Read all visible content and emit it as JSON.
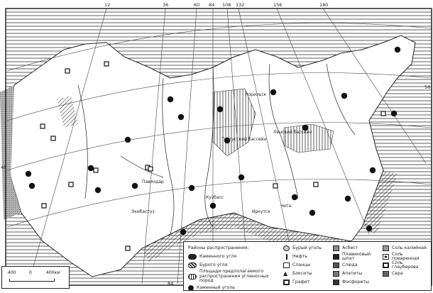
{
  "map": {
    "longitude_labels": [
      "12",
      "36",
      "60",
      "84",
      "108",
      "132",
      "156",
      "180"
    ],
    "latitude_labels": [
      "56",
      "40"
    ],
    "bottom_longitude_label": "84",
    "place_labels": [
      "Норильск",
      "Тунгусский бассейн",
      "Ленский бассейн",
      "Кузбасс",
      "Иркутск",
      "Чита",
      "Павлодар",
      "Экибастуз"
    ]
  },
  "legend": {
    "header": "Районы распространения:",
    "regions": [
      "Каменного угля",
      "Бурого угля",
      "Площади предполагаемого распространения угленосных пород"
    ],
    "col1_extra": "Каменный уголь",
    "col2": [
      "Бурый уголь",
      "Нефть",
      "Сланцы",
      "Бокситы",
      "Графит"
    ],
    "col3": [
      "Асбест",
      "Плавиковый шпат",
      "Слюда",
      "Апатиты",
      "Фосфориты"
    ],
    "col4": [
      "Соль калийная",
      "Соль поваренная",
      "Соль глауберова",
      "Сера"
    ]
  },
  "scale": {
    "left": "400",
    "zero": "0",
    "right": "400км"
  }
}
